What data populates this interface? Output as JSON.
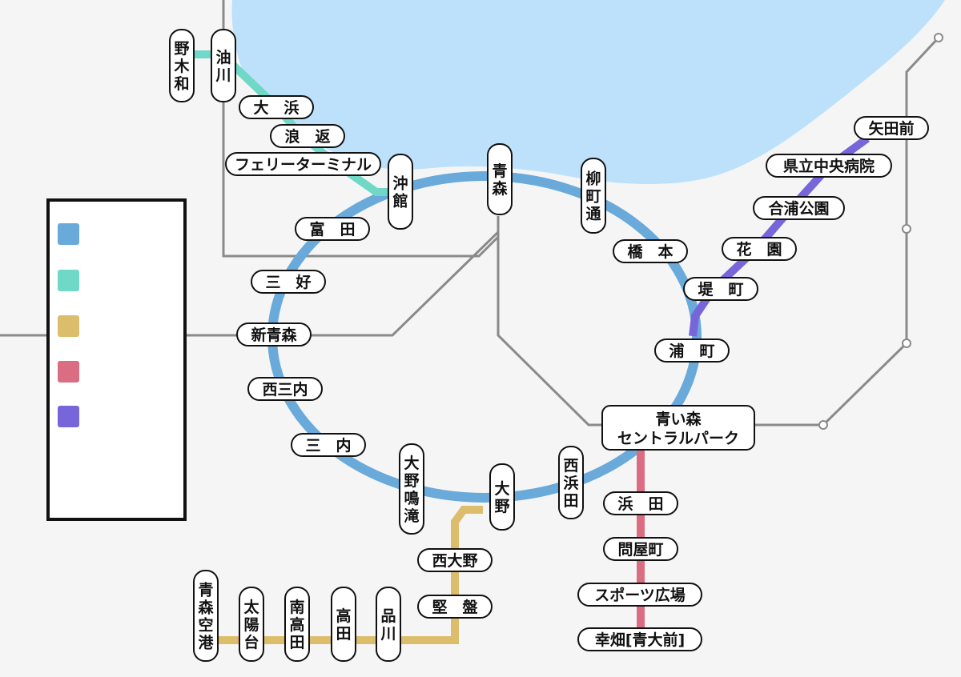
{
  "colors": {
    "background": "#f5f5f5",
    "sea": "#bde1fb",
    "jr_track": "#8a8a8a",
    "loop_line": "#6aaadb",
    "teal_line": "#6fd8c6",
    "gold_line": "#dcbd6c",
    "red_line": "#da6d81",
    "purple_line": "#7766d9"
  },
  "legend": {
    "swatches": [
      "#6aaadb",
      "#6fd8c6",
      "#dcbd6c",
      "#da6d81",
      "#7766d9"
    ]
  },
  "stations": {
    "aomori": "青森",
    "yanagimachi_dori": "柳町通",
    "hashimoto": "橋　本",
    "tsutsumimachi": "堤　町",
    "uramachi": "浦　町",
    "central_park": "青い森\nセントラルパーク",
    "nishi_hamada": "西浜田",
    "ono": "大野",
    "ono_narutaki": "大野鳴滝",
    "sannai": "三　内",
    "nishi_sannai": "西三内",
    "shin_aomori": "新青森",
    "miyoshi": "三　好",
    "tomita": "富　田",
    "okidate": "沖館",
    "ferry_terminal": "フェリーターミナル",
    "namikaeshi": "浪　返",
    "ohama": "大　浜",
    "aburakawa": "油川",
    "nogiwa": "野木和",
    "yadamae": "矢田前",
    "kenritsu_chuo_byoin": "県立中央病院",
    "goura_koen": "合浦公園",
    "hanazono": "花　園",
    "hamada": "浜　田",
    "toiyamachi": "問屋町",
    "sports_hiroba": "スポーツ広場",
    "kobata": "幸畑[青大前]",
    "nishi_ono": "西大野",
    "kataiwa": "堅　盤",
    "shinagawa": "品川",
    "takada": "高田",
    "minami_takada": "南高田",
    "taiyodai": "太陽台",
    "aomori_airport": "青森空港"
  }
}
